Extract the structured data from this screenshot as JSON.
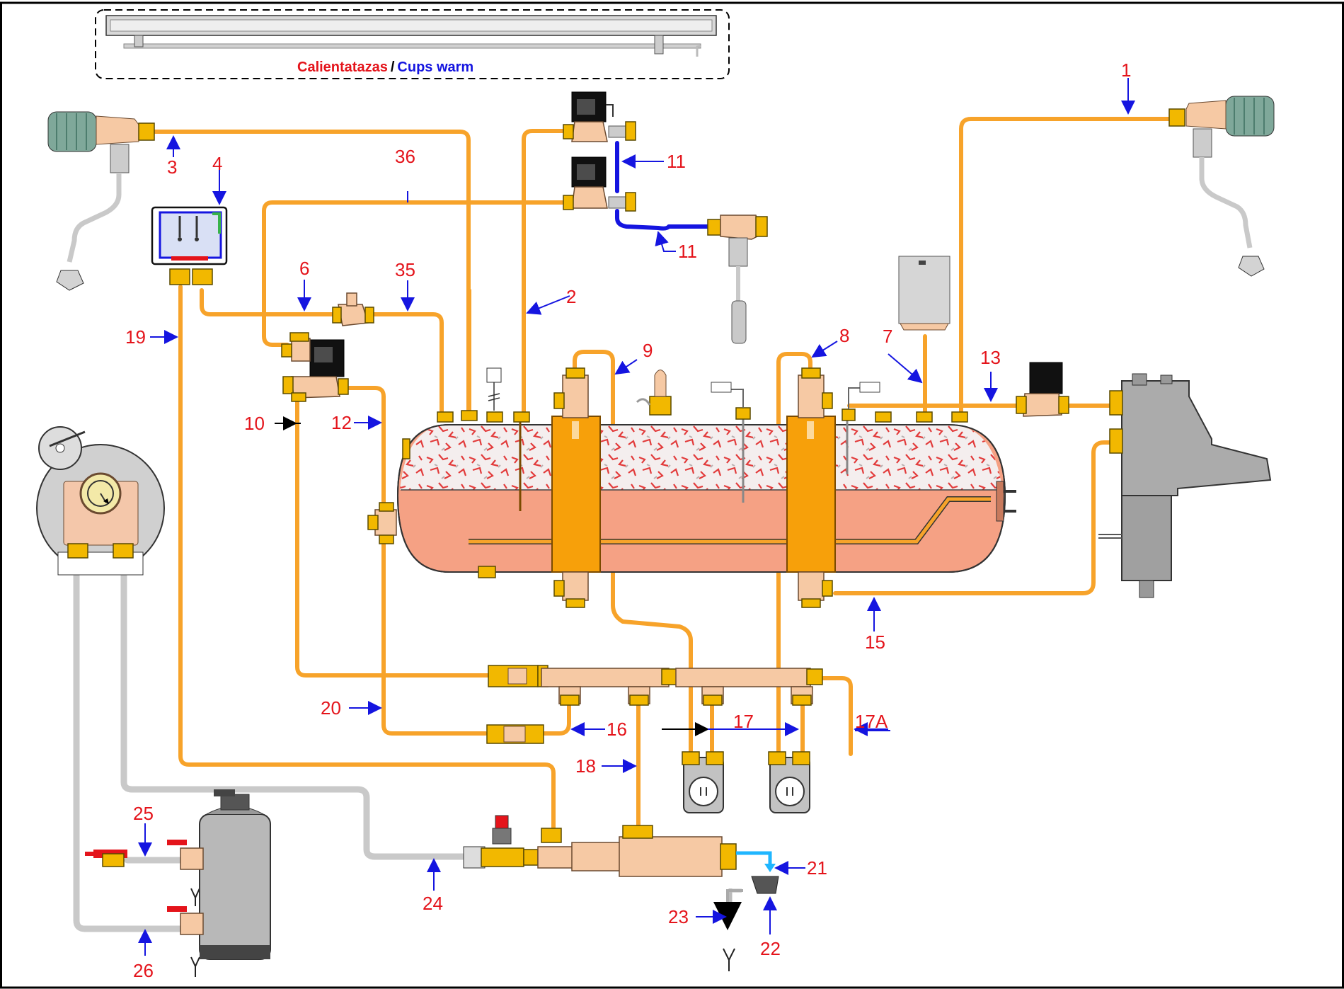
{
  "cup_warmer": {
    "label_es": "Calientatazas",
    "separator": "/",
    "label_en": "Cups warm"
  },
  "colors": {
    "pipe": "#f7a32a",
    "label_red": "#e4141b",
    "arrow_blue": "#1515e0",
    "boiler": "#f5a184",
    "gray_hose": "#c9c9c9",
    "fitting": "#f2b800"
  },
  "labels": {
    "n1": "1",
    "n2": "2",
    "n3": "3",
    "n4": "4",
    "n6": "6",
    "n7": "7",
    "n8": "8",
    "n9": "9",
    "n10": "10",
    "n11a": "11",
    "n11b": "11",
    "n12": "12",
    "n13": "13",
    "n15": "15",
    "n16": "16",
    "n17": "17",
    "n17a": "17A",
    "n18": "18",
    "n19": "19",
    "n20": "20",
    "n21": "21",
    "n22": "22",
    "n23": "23",
    "n24": "24",
    "n25": "25",
    "n26": "26",
    "n35": "35",
    "n36": "36"
  }
}
